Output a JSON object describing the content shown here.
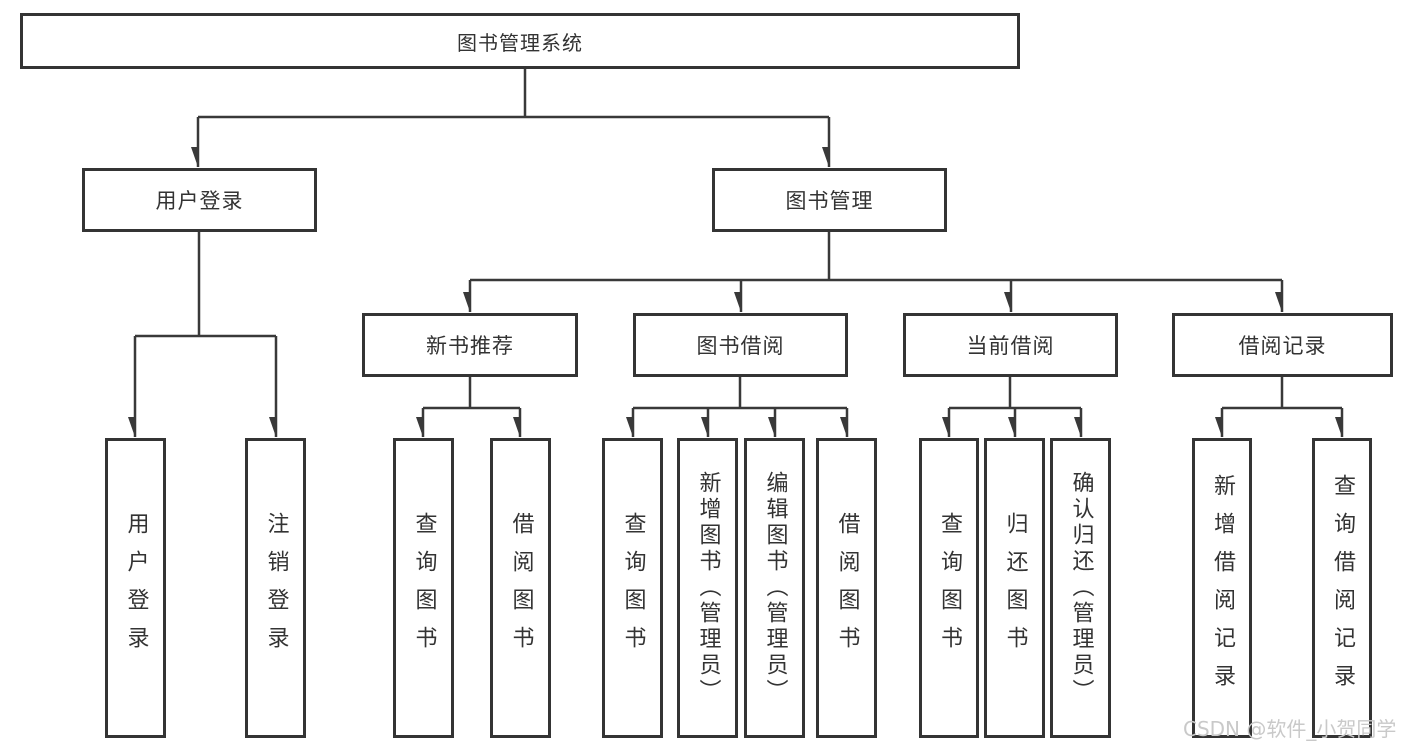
{
  "page": {
    "background": "#ffffff",
    "line_color": "#393939",
    "box_border_color": "#343434",
    "text_color": "#333333"
  },
  "diagram": {
    "root": {
      "label": "图书管理系统",
      "children": [
        {
          "label": "用户登录",
          "children": [
            {
              "label": "用户登录"
            },
            {
              "label": "注销登录"
            }
          ]
        },
        {
          "label": "图书管理",
          "children": [
            {
              "label": "新书推荐",
              "children": [
                {
                  "label": "查询图书"
                },
                {
                  "label": "借阅图书"
                }
              ]
            },
            {
              "label": "图书借阅",
              "children": [
                {
                  "label": "查询图书"
                },
                {
                  "label": "新增图书（管理员）"
                },
                {
                  "label": "编辑图书（管理员）"
                },
                {
                  "label": "借阅图书"
                }
              ]
            },
            {
              "label": "当前借阅",
              "children": [
                {
                  "label": "查询图书"
                },
                {
                  "label": "归还图书"
                },
                {
                  "label": "确认归还（管理员）"
                }
              ]
            },
            {
              "label": "借阅记录",
              "children": [
                {
                  "label": "新增借阅记录"
                },
                {
                  "label": "查询借阅记录"
                }
              ]
            }
          ]
        }
      ]
    }
  },
  "watermark": {
    "text": "CSDN @软件_小贺同学",
    "color": "#c9c9c9"
  }
}
